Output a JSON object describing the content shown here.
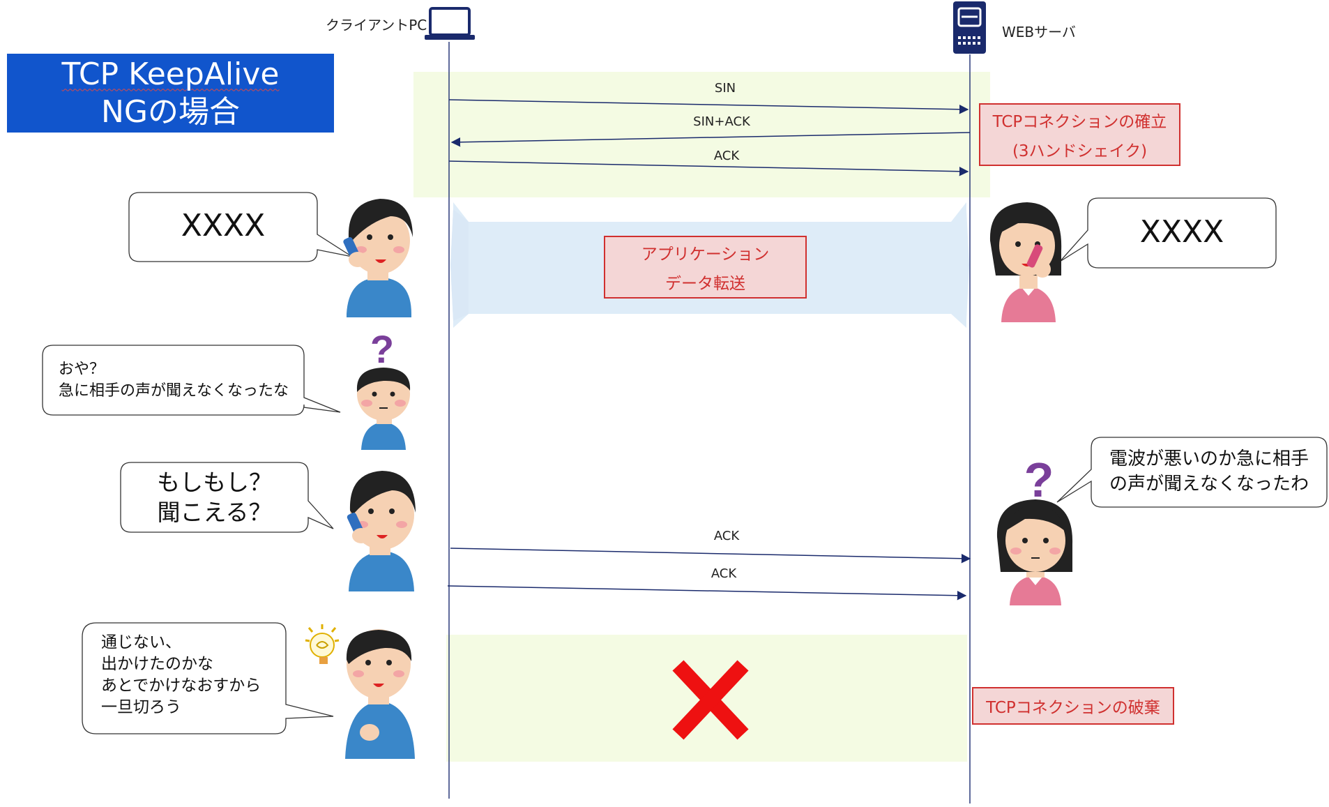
{
  "title": {
    "line1": "TCP KeepAlive",
    "line2": "NGの場合"
  },
  "actors": {
    "client": "クライアントPC",
    "server": "WEBサーバ"
  },
  "messages": [
    {
      "label": "SIN"
    },
    {
      "label": "SIN+ACK"
    },
    {
      "label": "ACK"
    },
    {
      "label": "ACK"
    },
    {
      "label": "ACK"
    }
  ],
  "notes": {
    "handshake": {
      "line1": "TCPコネクションの確立",
      "line2": "(3ハンドシェイク)"
    },
    "app_data": {
      "line1": "アプリケーション",
      "line2": "データ転送"
    },
    "teardown": "TCPコネクションの破棄"
  },
  "bubbles": {
    "client_talk": "XXXX",
    "server_talk": "XXXX",
    "client_wonder": {
      "line1": "おや？",
      "line2": "急に相手の声が聞えなくなったな"
    },
    "client_hello": {
      "line1": "もしもし？",
      "line2": "聞こえる？"
    },
    "server_wonder": {
      "line1": "電波が悪いのか急に相手",
      "line2": "の声が聞えなくなったわ"
    },
    "client_giveup": {
      "line1": "通じない、",
      "line2": "出かけたのかな",
      "line3": "あとでかけなおすから",
      "line4": "一旦切ろう"
    }
  },
  "colors": {
    "title_bg": "#1155cc",
    "band": "#f4fbe3",
    "app_band": "#deecf8",
    "arrow": "#1a2a6c",
    "note_fill": "#f4d6d6",
    "note_border": "#d0302f",
    "cross": "#ee1111"
  }
}
